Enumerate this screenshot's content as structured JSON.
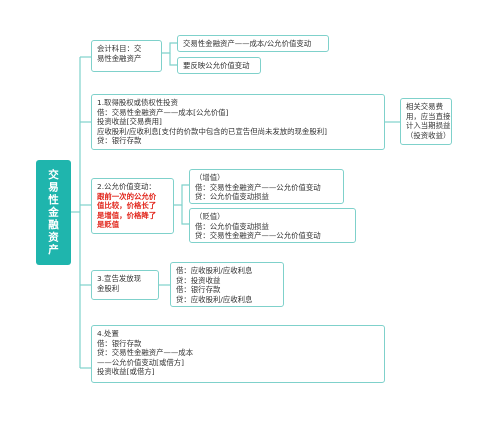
{
  "root": {
    "label": "交易性金融资产"
  },
  "n1": {
    "lines": [
      "会计科目：交",
      "易性金融资产"
    ]
  },
  "n1a": {
    "lines": [
      "交易性金融资产——成本/公允价值变动"
    ]
  },
  "n1b": {
    "lines": [
      "要反映公允价值变动"
    ]
  },
  "n2": {
    "lines": [
      "1.取得股权或债权性投资",
      "借：交易性金融资产——成本[公允价值]",
      "    投资收益[交易费用]",
      "    应收股利/应收利息[支付的价款中包含的已宣告但尚未发放的现金股利]",
      "    贷：银行存款"
    ]
  },
  "n2a": {
    "lines": [
      "相关交易费",
      "用，应当直接",
      "计入当期损益",
      "（投资收益）"
    ]
  },
  "n3": {
    "lines": [
      "2.公允价值变动：",
      "跟前一次的公允价",
      "值比较，价格长了",
      "是增值，价格降了",
      "是贬值"
    ],
    "highlight_from": 1
  },
  "n3a": {
    "lines": [
      "（增值）",
      "借：交易性金融资产——公允价值变动",
      "    贷：公允价值变动损益"
    ]
  },
  "n3b": {
    "lines": [
      "（贬值）",
      "借：公允价值变动损益",
      "    贷：交易性金融资产——公允价值变动"
    ]
  },
  "n4": {
    "lines": [
      "3.宣告发放现",
      "金股利"
    ]
  },
  "n4a": {
    "lines": [
      "借：应收股利/应收利息",
      "    贷：投资收益",
      "借：银行存款",
      "    贷：应收股利/应收利息"
    ]
  },
  "n5": {
    "lines": [
      "4.处置",
      "借：银行存款",
      "      贷：交易性金融资产——成本",
      "                                  ——公允价值变动[或借方]",
      "           投资收益[或借方]"
    ]
  },
  "colors": {
    "root": "#1fb5ad",
    "border": "#7fd1cb",
    "connector": "#7fd1cb",
    "highlight": "#e1251b"
  }
}
